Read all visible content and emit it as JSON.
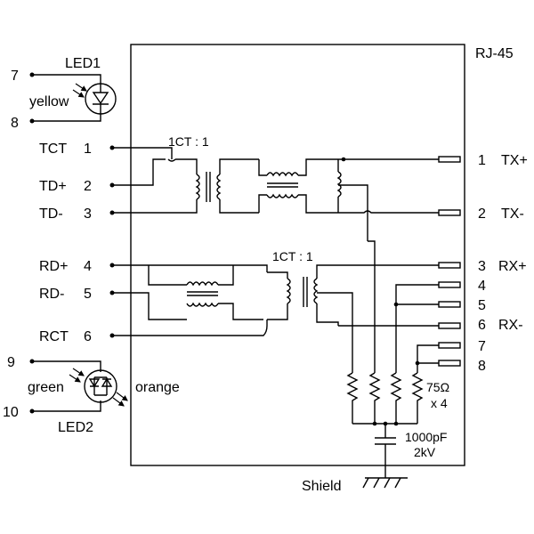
{
  "module_label": "RJ-45",
  "led1": {
    "name": "LED1",
    "color": "yellow",
    "pin_a": "7",
    "pin_b": "8"
  },
  "led2": {
    "name": "LED2",
    "color_a": "green",
    "color_b": "orange",
    "pin_a": "9",
    "pin_b": "10"
  },
  "left_pins": [
    {
      "name": "TCT",
      "num": "1"
    },
    {
      "name": "TD+",
      "num": "2"
    },
    {
      "name": "TD-",
      "num": "3"
    },
    {
      "name": "RD+",
      "num": "4"
    },
    {
      "name": "RD-",
      "num": "5"
    },
    {
      "name": "RCT",
      "num": "6"
    }
  ],
  "right_pins": [
    {
      "num": "1",
      "name": "TX+"
    },
    {
      "num": "2",
      "name": "TX-"
    },
    {
      "num": "3",
      "name": "RX+"
    },
    {
      "num": "4",
      "name": ""
    },
    {
      "num": "5",
      "name": ""
    },
    {
      "num": "6",
      "name": "RX-"
    },
    {
      "num": "7",
      "name": ""
    },
    {
      "num": "8",
      "name": ""
    }
  ],
  "tx_ratio": "1CT : 1",
  "rx_ratio": "1CT : 1",
  "resistor": {
    "value": "75Ω",
    "count": "x 4"
  },
  "capacitor": {
    "value": "1000pF",
    "voltage": "2kV"
  },
  "shield_label": "Shield"
}
